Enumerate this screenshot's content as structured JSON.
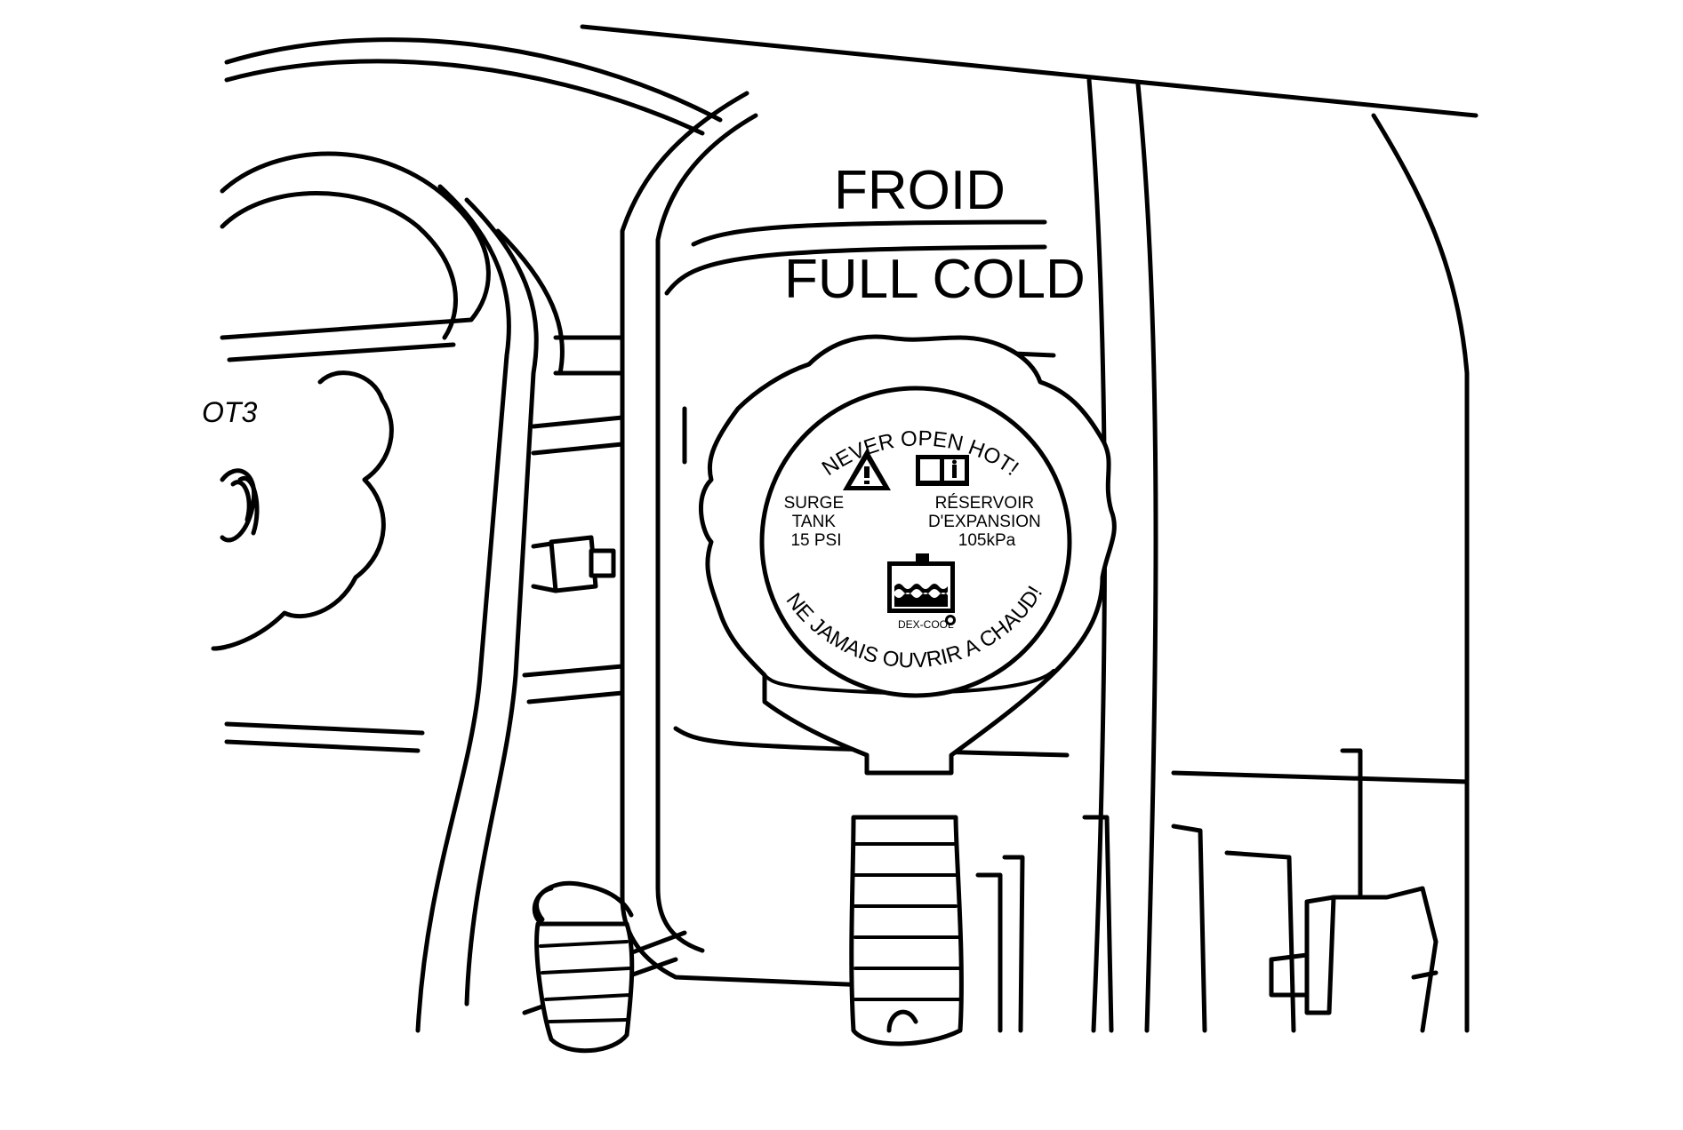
{
  "tank_labels": {
    "froid": "FROID",
    "full_cold": "FULL COLD"
  },
  "brake_reservoir": {
    "partial_label": "OT3"
  },
  "cap": {
    "top_arc": "NEVER OPEN HOT!",
    "bottom_arc": "NE JAMAIS OUVRIR A CHAUD!",
    "left_text": [
      "SURGE",
      "TANK",
      "15 PSI"
    ],
    "right_text": [
      "RÉSERVOIR",
      "D'EXPANSION",
      "105kPa"
    ],
    "coolant_brand": "DEX-COOL",
    "icons": [
      "warning-triangle-icon",
      "manual-book-icon",
      "coolant-battery-icon",
      "registered-mark-icon"
    ]
  }
}
